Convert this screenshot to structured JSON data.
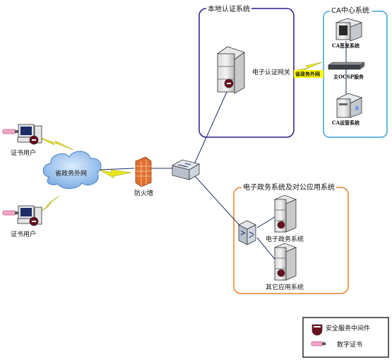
{
  "zones": {
    "local_auth": {
      "title": "本地认证系统",
      "color": "#2a1a8a"
    },
    "ca_center": {
      "title": "CA中心系统",
      "color": "#3aa0d8"
    },
    "egov_apps": {
      "title": "电子政务系统及对公应用系统",
      "color": "#e8832a"
    }
  },
  "nodes": {
    "user_top": "证书用户",
    "user_bottom": "证书用户",
    "cloud": "省政务外网",
    "firewall": "防火墙",
    "gateway": "电子认证网关",
    "link_label": "省政务外网",
    "ca_issue": "CA签发系统",
    "ocsp": "主OCSP服务",
    "ca_ops": "CA运营系统",
    "egov_system": "电子政务系统",
    "other_apps": "其它应用系统"
  },
  "legend": {
    "middleware": "安全服务中间件",
    "certificate": "数字证书"
  },
  "colors": {
    "lightning": "#e8e81a",
    "link_highlight": "#ffff00",
    "cloud": "#7fb2e8",
    "firewall": "#e07030",
    "line": "#1e2f66"
  }
}
